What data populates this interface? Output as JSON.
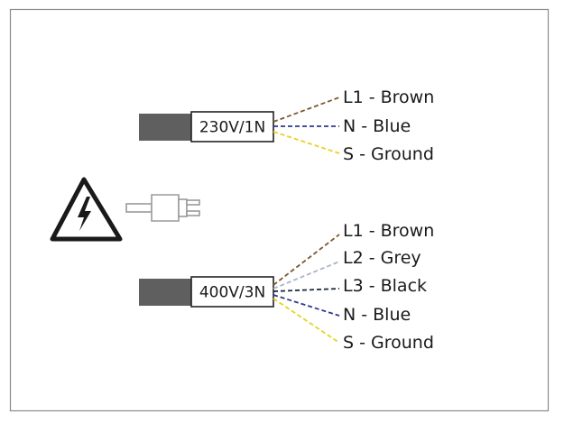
{
  "cable_1": {
    "label": "230V/1N",
    "wires": [
      {
        "label": "L1 - Brown",
        "color": "#7a5a2e"
      },
      {
        "label": "N - Blue",
        "color": "#2d3a8c"
      },
      {
        "label": "S - Ground",
        "color": "#e8d21c"
      }
    ]
  },
  "cable_2": {
    "label": "400V/3N",
    "wires": [
      {
        "label": "L1 - Brown",
        "color": "#7a5a2e"
      },
      {
        "label": "L2 - Grey",
        "color": "#a9b4c8"
      },
      {
        "label": "L3 - Black",
        "color": "#1f2a44"
      },
      {
        "label": "N - Blue",
        "color": "#2d3a8c"
      },
      {
        "label": "S - Ground",
        "color": "#e8d21c"
      }
    ]
  },
  "icons": {
    "warning": "high-voltage-warning-icon",
    "plug": "plug-icon"
  },
  "colors": {
    "cable_sheath": "#5f5f5f",
    "frame": "#8a8a8a"
  }
}
